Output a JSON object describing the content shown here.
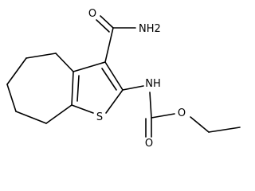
{
  "molecule": {
    "atom_labels": {
      "carbonyl_oxygen_amide": "O",
      "amide_nitrogen": "NH2",
      "ring_sulfur": "S",
      "carbamate_nitrogen": "NH",
      "carbonyl_oxygen_carbamate": "O",
      "ester_oxygen": "O"
    }
  },
  "colors": {
    "bond": "#000000",
    "label": "#000000",
    "background": "#ffffff"
  }
}
